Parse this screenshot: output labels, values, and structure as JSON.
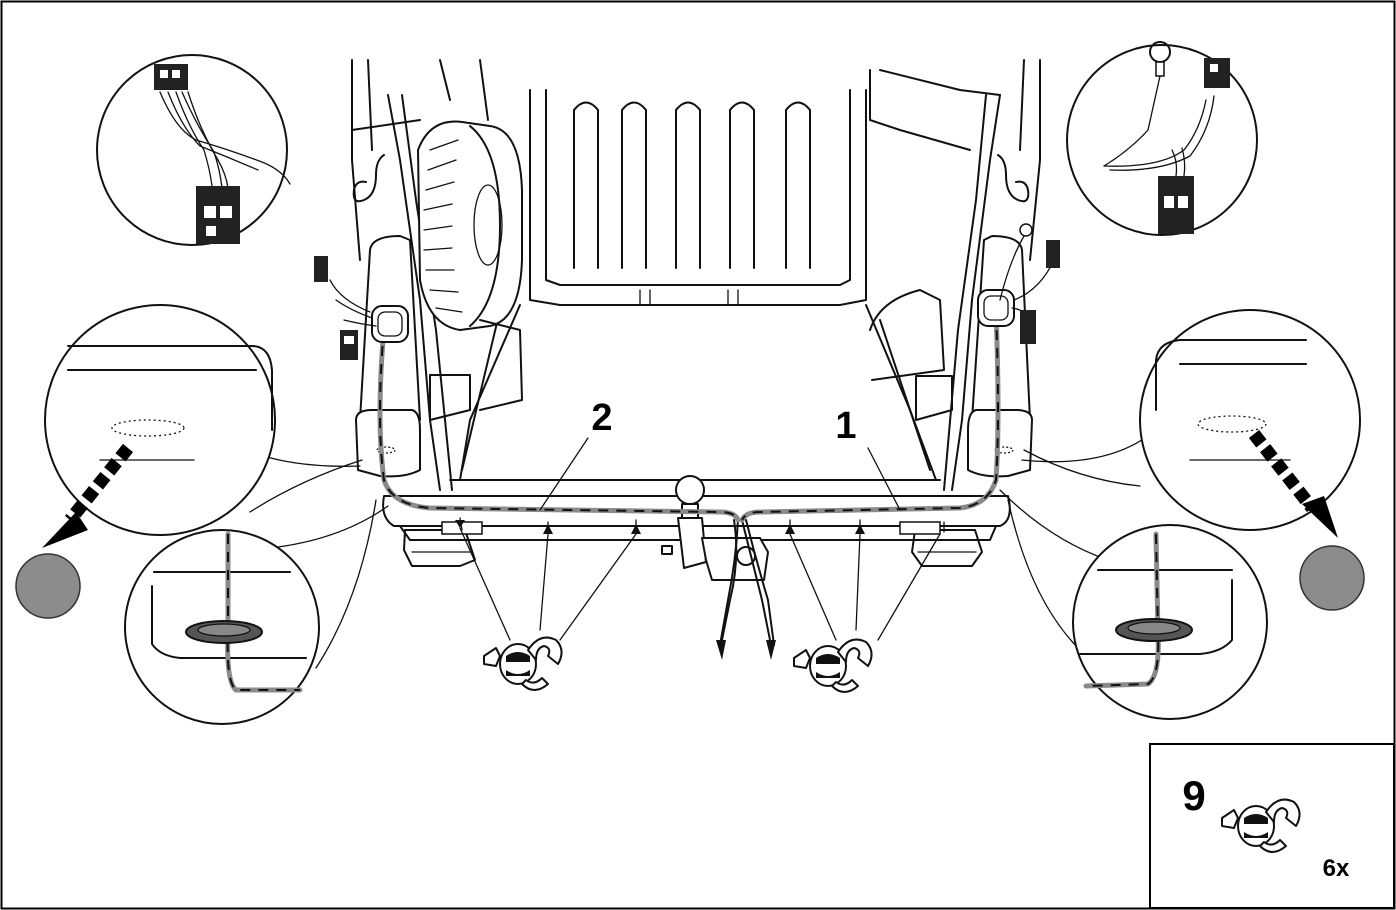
{
  "labels": {
    "item_1": "1",
    "item_2": "2",
    "kit_number": "9",
    "clip_quantity": "6x"
  },
  "colors": {
    "line": "#111111",
    "cable_gray": "#8a8a8a",
    "marker_gray": "#8c8c8c",
    "background": "#ffffff"
  }
}
